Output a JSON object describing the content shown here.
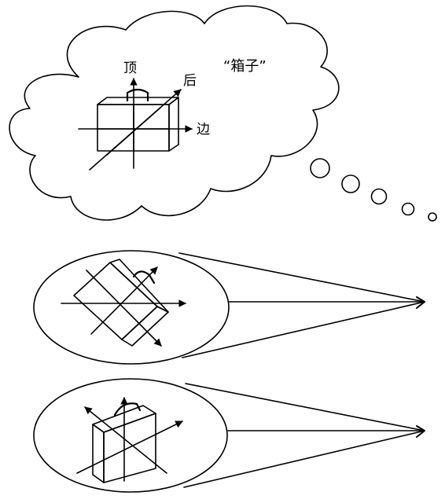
{
  "thought": {
    "quote_label": "“箱子”",
    "axis_top": "顶",
    "axis_back": "后",
    "axis_side": "边"
  },
  "views": [
    {
      "orientation": "tilted"
    },
    {
      "orientation": "rotated"
    }
  ],
  "colors": {
    "stroke": "#000000",
    "fill": "#ffffff",
    "background": "#ffffff"
  }
}
